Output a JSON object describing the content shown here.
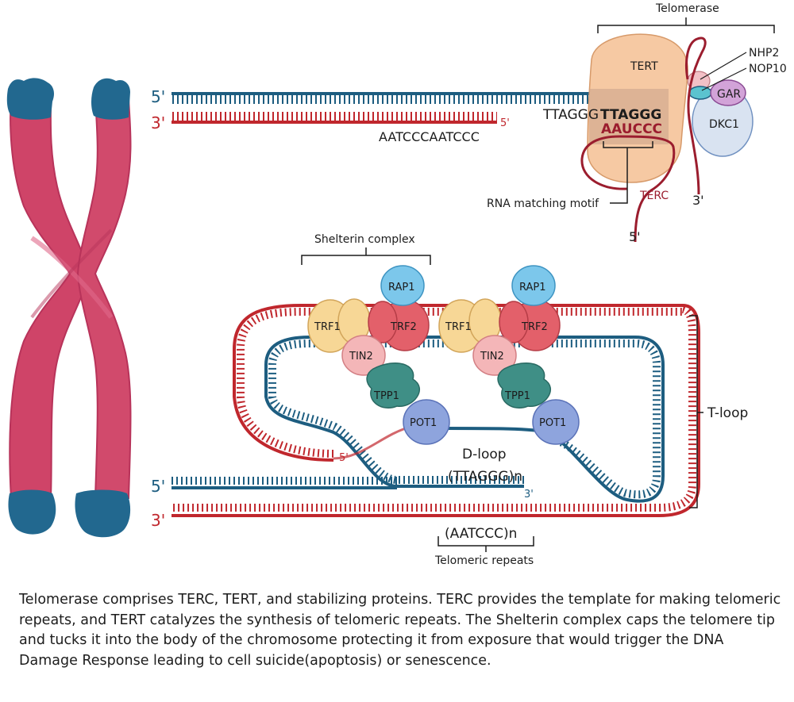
{
  "colors": {
    "blue_strand": "#1d5d80",
    "red_strand": "#c0272d",
    "chromosome": "#cf4468",
    "chromosome_cap": "#22688f",
    "tert": "#f6c9a3",
    "terc": "#9b1d2e",
    "dkc1": "#d9e3f1",
    "gar": "#d2a3d8",
    "nop10": "#5bc3cf",
    "nhp2": "#f2c0c6",
    "rap1": "#7cc7eb",
    "trf1": "#f7d796",
    "trf2": "#e3606a",
    "tin2": "#f4b6b8",
    "tpp1": "#3f8f86",
    "pot1": "#8ea4dd"
  },
  "top": {
    "strand_5_label": "5'",
    "strand_3_label": "3'",
    "blue_end_label": "3'",
    "red_end_label": "5'",
    "seq_regular": "TTAGGG",
    "seq_bold": "TTAGGG",
    "rna_template": "AAUCCC",
    "complement_seq": "AATCCCAATCCC"
  },
  "telomerase": {
    "title": "Telomerase",
    "tert": "TERT",
    "nhp2": "NHP2",
    "nop10": "NOP10",
    "gar": "GAR",
    "dkc1": "DKC1",
    "terc": "TERC",
    "rna_motif": "RNA matching motif",
    "terc_3": "3'",
    "terc_5": "5'"
  },
  "shelterin": {
    "title": "Shelterin complex",
    "proteins": {
      "rap1": "RAP1",
      "trf1": "TRF1",
      "trf2": "TRF2",
      "tin2": "TIN2",
      "tpp1": "TPP1",
      "pot1": "POT1"
    }
  },
  "loop": {
    "tloop": "T-loop",
    "dloop": "D-loop",
    "ttaggg_n": "(TTAGGG)n",
    "aatccc_n": "(AATCCC)n",
    "repeats": "Telomeric repeats",
    "strand_5": "5'",
    "strand_3": "3'",
    "blue_end": "3'",
    "red_end": "5'"
  },
  "caption": "Telomerase comprises TERC, TERT, and stabilizing proteins. TERC provides the template for making telomeric repeats, and TERT catalyzes the synthesis of telomeric repeats.  The Shelterin complex caps the telomere tip and tucks it into the body of the chromosome protecting it from exposure that would trigger the DNA Damage Response leading to cell suicide(apoptosis) or senescence."
}
